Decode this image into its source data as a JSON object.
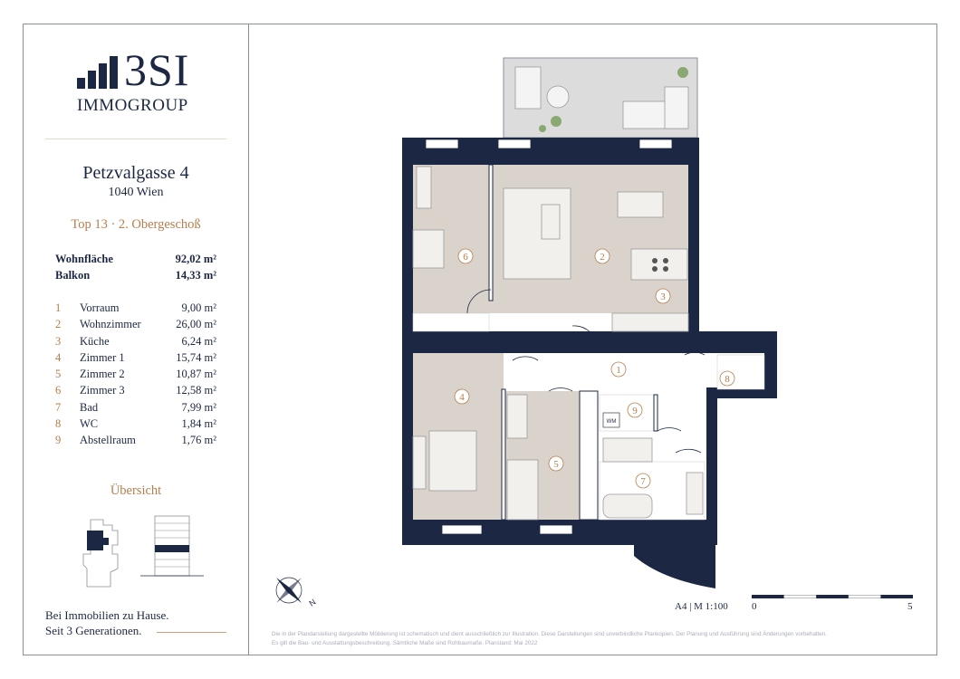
{
  "brand": {
    "name": "3SI",
    "sub": "IMMOGROUP",
    "color": "#1c2743",
    "accent": "#b87d4b"
  },
  "address": {
    "street": "Petzvalgasse 4",
    "city": "1040 Wien"
  },
  "unit": {
    "title": "Top 13 · 2. Obergeschoß"
  },
  "summary": [
    {
      "label": "Wohnfläche",
      "value": "92,02 m²"
    },
    {
      "label": "Balkon",
      "value": "14,33 m²"
    }
  ],
  "rooms": [
    {
      "num": "1",
      "name": "Vorraum",
      "area": "9,00 m²"
    },
    {
      "num": "2",
      "name": "Wohnzimmer",
      "area": "26,00 m²"
    },
    {
      "num": "3",
      "name": "Küche",
      "area": "6,24 m²"
    },
    {
      "num": "4",
      "name": "Zimmer 1",
      "area": "15,74 m²"
    },
    {
      "num": "5",
      "name": "Zimmer 2",
      "area": "10,87 m²"
    },
    {
      "num": "6",
      "name": "Zimmer 3",
      "area": "12,58 m²"
    },
    {
      "num": "7",
      "name": "Bad",
      "area": "7,99 m²"
    },
    {
      "num": "8",
      "name": "WC",
      "area": "1,84 m²"
    },
    {
      "num": "9",
      "name": "Abstellraum",
      "area": "1,76 m²"
    }
  ],
  "overview": {
    "title": "Übersicht"
  },
  "slogan": {
    "line1": "Bei Immobilien zu Hause.",
    "line2": "Seit 3 Generationen."
  },
  "plan": {
    "wm_label": "WM",
    "compass_label": "N",
    "wall_color": "#1c2743",
    "floor_color": "#d9d3cc"
  },
  "scale": {
    "label": "A4 | M 1:100",
    "start": "0",
    "end": "5"
  },
  "disclaimer": {
    "line1": "Die in der Plandarstellung dargestellte Möblierung ist schematisch und dient ausschließlich zur Illustration. Diese Darstellungen sind unverbindliche Plankopien. Der Planung und Ausführung sind Änderungen vorbehalten.",
    "line2": "Es gilt die Bau- und Ausstattungsbeschreibung. Sämtliche Maße sind Rohbaumaße. Planstand: Mai 2022"
  }
}
